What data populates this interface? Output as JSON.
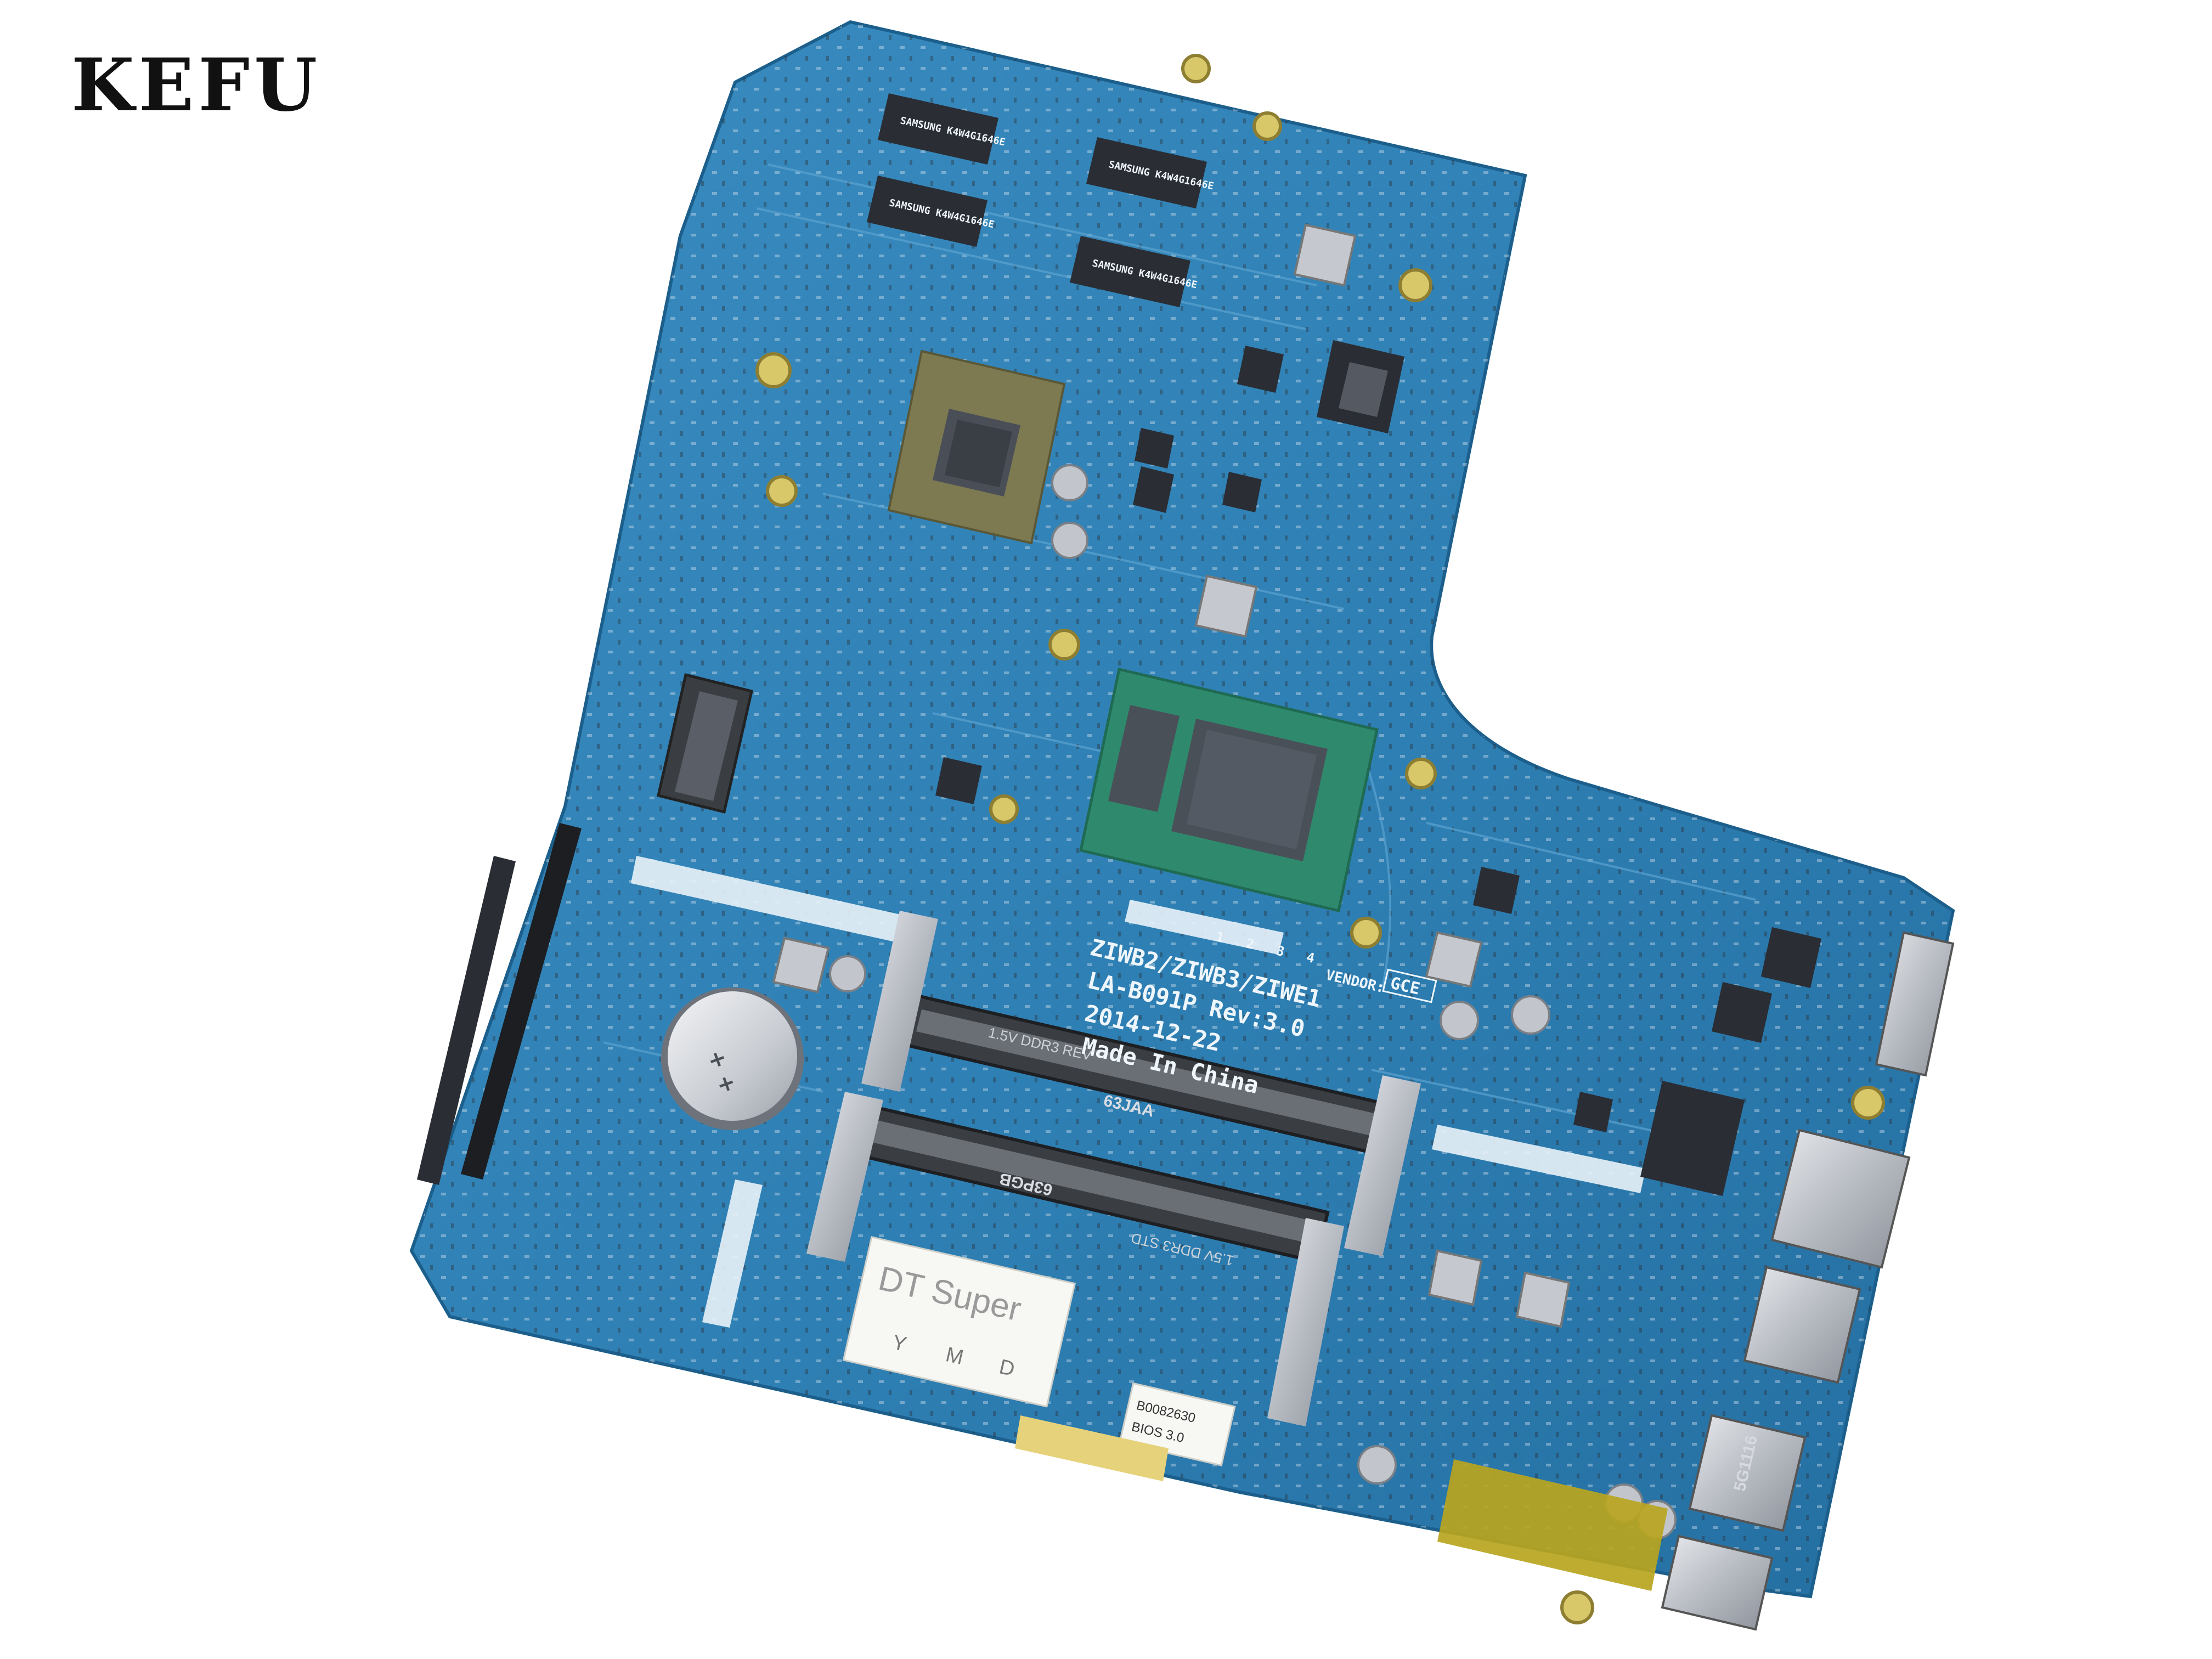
{
  "brand": {
    "logo_text": "KEFU"
  },
  "board_silkscreen": {
    "model_line": "ZIWB2/ZIWB3/ZIWE1",
    "board_id": "LA-B091P Rev:3.0",
    "date": "2014-12-22",
    "origin": "Made In China",
    "vendor_label": "VENDOR:",
    "vendor_code": "GCE",
    "slot_marks": [
      "1",
      "2",
      "3",
      "4"
    ]
  },
  "ram_slots": {
    "upper_label": "1.5V DDR3 REV",
    "upper_code": "63JAA",
    "lower_label": "1.5V DDR3 STD",
    "lower_code": "63PGB"
  },
  "stickers": {
    "quality_title": "DT Super",
    "quality_marks": [
      "Y",
      "M",
      "D"
    ],
    "bios_line1": "B0082630",
    "bios_line2": "BIOS 3.0"
  },
  "usb_chip_marking": "5G1116",
  "colors": {
    "pcb": "#2e7fb3",
    "pcb_dark": "#1f6797",
    "trace": "#5ba3d0",
    "chip": "#2a2d33",
    "gpu_substrate": "#7d7a52",
    "cpu_substrate": "#2f8a6d",
    "die": "#4a5058",
    "metal": "#c9ccd1",
    "solder": "#e6d27a",
    "kapton": "#b8a520",
    "background": "#ffffff"
  }
}
